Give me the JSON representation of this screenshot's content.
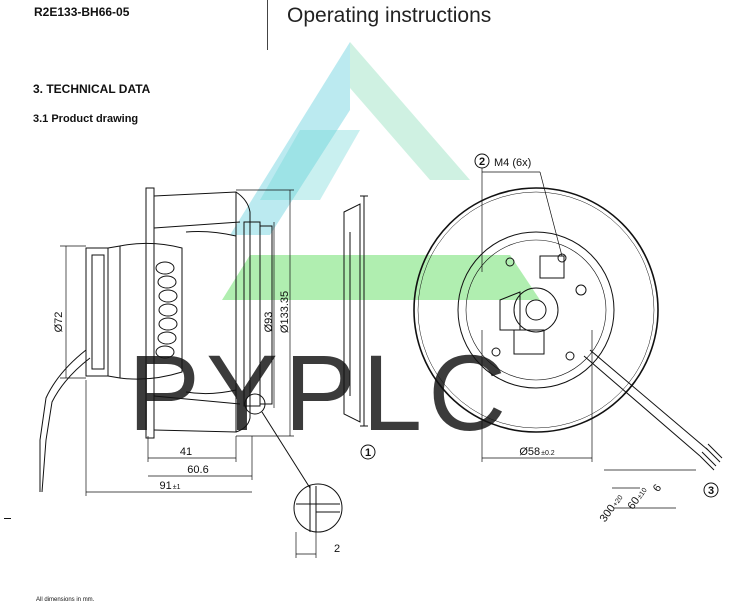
{
  "header": {
    "model": "R2E133-BH66-05",
    "title": "Operating instructions"
  },
  "section": {
    "heading": "3. TECHNICAL DATA",
    "subheading": "3.1 Product drawing"
  },
  "dimensions": {
    "d72": "Ø72",
    "d93": "Ø93",
    "d133": "Ø133.35",
    "w41": "41",
    "w60_6": "60.6",
    "w91": "91",
    "w91_tol": "±1",
    "d58": "Ø58",
    "d58_tol": "±0.2",
    "m4": "M4 (6x)",
    "c6": "6",
    "l60": "60",
    "l60_tol": "±10",
    "l300": "300",
    "l300_tol": "+20",
    "gap2": "2",
    "callout1": "1",
    "callout2": "2",
    "callout3": "3"
  },
  "watermark": "PYPLC",
  "footer": "All dimensions in mm."
}
